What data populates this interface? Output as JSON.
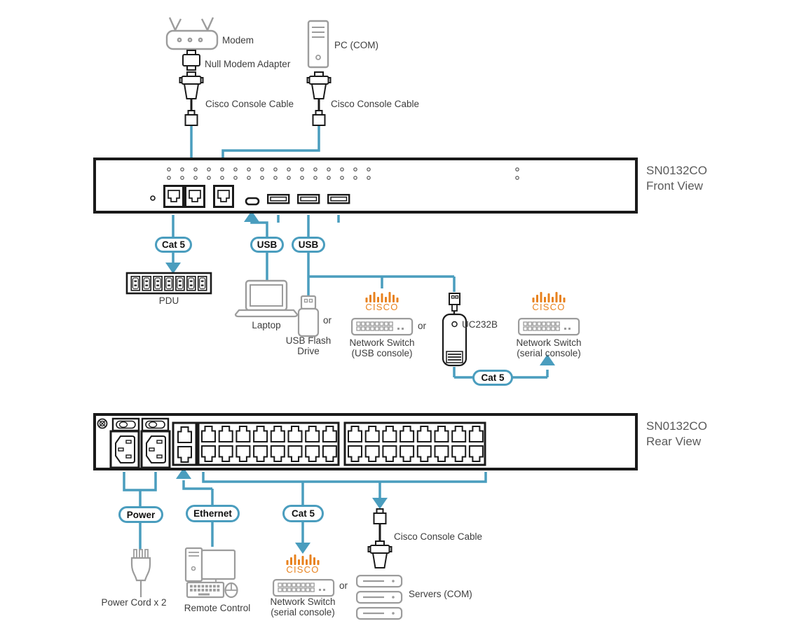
{
  "front": {
    "model": "SN0132CO",
    "view": "Front View"
  },
  "rear": {
    "model": "SN0132CO",
    "view": "Rear View"
  },
  "labels": {
    "modem": "Modem",
    "null_modem_adapter": "Null Modem Adapter",
    "cisco_console_cable": "Cisco Console Cable",
    "pc_com": "PC (COM)",
    "cat5": "Cat 5",
    "usb": "USB",
    "pdu": "PDU",
    "laptop": "Laptop",
    "usb_flash_line1": "USB Flash",
    "usb_flash_line2": "Drive",
    "or": "or",
    "cisco": "CISCO",
    "network_switch": "Network Switch",
    "usb_console": "(USB console)",
    "serial_console": "(serial console)",
    "uc232b": "UC232B",
    "power": "Power",
    "ethernet": "Ethernet",
    "power_cord_x2": "Power Cord x 2",
    "remote_control": "Remote Control",
    "servers_com": "Servers (COM)"
  },
  "colors": {
    "connector_blue": "#4a9dbe",
    "cisco_orange": "#e8821e",
    "icon_gray": "#9c9c9c",
    "device_black": "#1a1a1a",
    "label_text": "#3d3d3d"
  },
  "icons": [
    "modem-icon",
    "null-modem-adapter-icon",
    "db9-connector-icon",
    "rj45-plug-icon",
    "pc-tower-icon",
    "front-panel",
    "rear-panel",
    "pdu-icon",
    "laptop-icon",
    "usb-flash-drive-icon",
    "cisco-logo",
    "network-switch-icon",
    "uc232b-icon",
    "power-plug-icon",
    "remote-control-icon",
    "servers-icon",
    "arrow-icon"
  ]
}
